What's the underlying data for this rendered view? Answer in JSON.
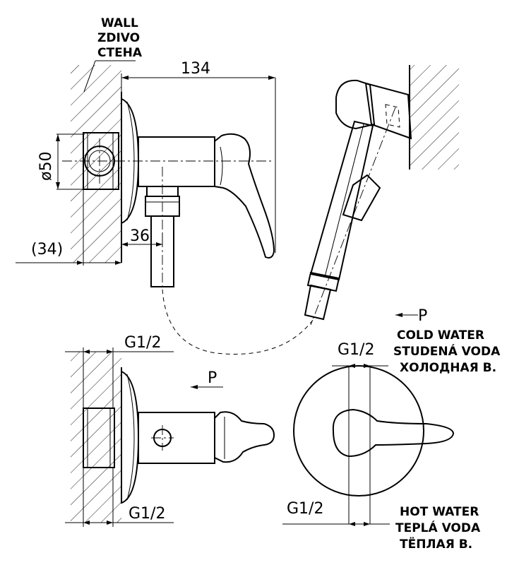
{
  "labels": {
    "wall": [
      "WALL",
      "ZDIVO",
      "СТЕНА"
    ],
    "cold_water": [
      "COLD WATER",
      "STUDENÁ VODA",
      "ХОЛОДНАЯ В."
    ],
    "hot_water": [
      "HOT WATER",
      "TEPLÁ VODA",
      "ТЁПЛАЯ В."
    ],
    "p_top": "P",
    "p_mid": "P"
  },
  "dimensions": {
    "overall_length": "134",
    "diameter": "ø50",
    "offset_36": "36",
    "offset_34": "(34)",
    "thread_top_left": "G1/2",
    "thread_top_right": "G1/2",
    "thread_bottom_left": "G1/2",
    "thread_bottom_right": "G1/2"
  }
}
